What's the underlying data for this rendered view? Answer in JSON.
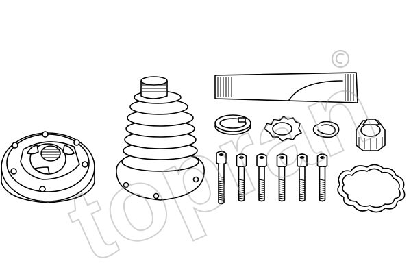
{
  "watermark": {
    "brand_text": "topran",
    "symbol": "©",
    "color": "#9a9a9a"
  },
  "parts": [
    {
      "name": "cv-joint-outer-race",
      "icon": "cv-joint-icon"
    },
    {
      "name": "bellows-boot",
      "icon": "bellows-icon"
    },
    {
      "name": "grease-tube",
      "icon": "grease-tube-icon"
    },
    {
      "name": "hose-clamp",
      "icon": "clamp-icon"
    },
    {
      "name": "lock-washer",
      "icon": "serrated-washer-icon"
    },
    {
      "name": "circlip",
      "icon": "circlip-icon"
    },
    {
      "name": "hex-nut",
      "icon": "nut-icon"
    },
    {
      "name": "bolts",
      "icon": "bolt-icon",
      "count": 6
    },
    {
      "name": "gasket",
      "icon": "gasket-icon"
    }
  ],
  "colors": {
    "line": "#000000",
    "background": "#ffffff"
  }
}
